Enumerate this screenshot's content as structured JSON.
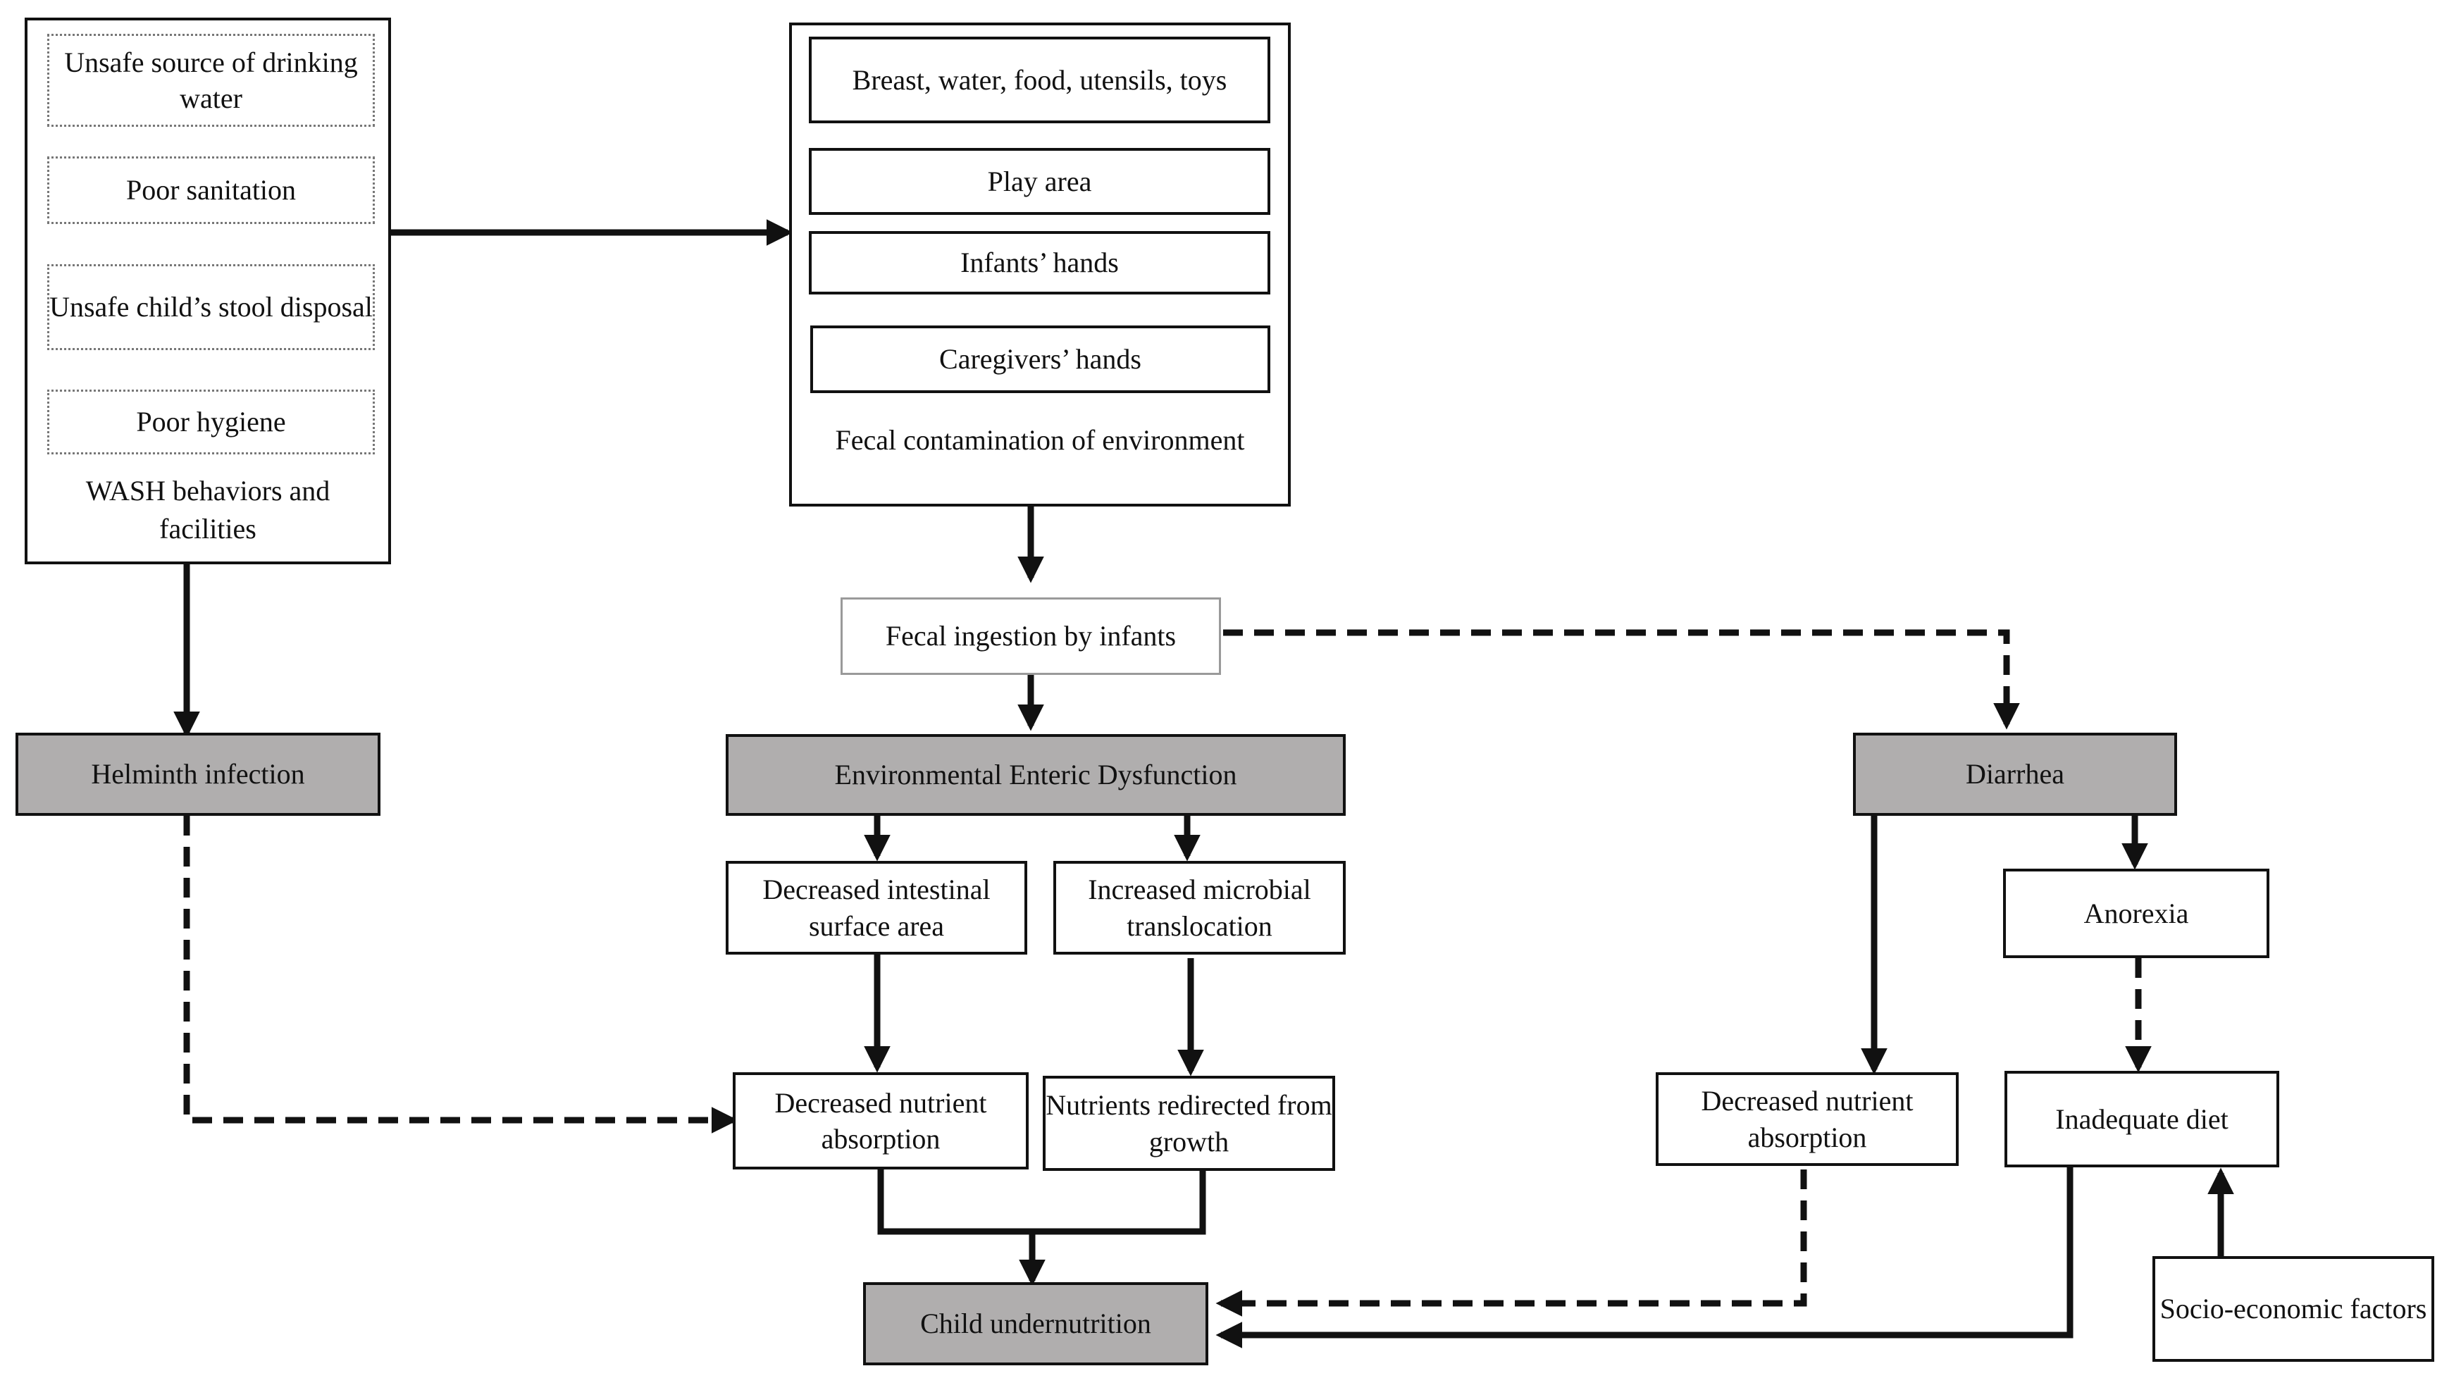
{
  "wash": {
    "items": [
      "Unsafe source of drinking water",
      "Poor sanitation",
      "Unsafe child’s stool disposal",
      "Poor hygiene"
    ],
    "caption": "WASH behaviors and facilities"
  },
  "fecal_env": {
    "items": [
      "Breast, water, food, utensils, toys",
      "Play area",
      "Infants’ hands",
      "Caregivers’ hands"
    ],
    "caption": "Fecal contamination of environment"
  },
  "nodes": {
    "fecal_ingestion": "Fecal ingestion by infants",
    "helminth": "Helminth infection",
    "eed": "Environmental Enteric Dysfunction",
    "diarrhea": "Diarrhea",
    "decreased_surface": "Decreased intestinal surface area",
    "microbial_translocation": "Increased microbial translocation",
    "anorexia": "Anorexia",
    "decreased_absorption_eed": "Decreased nutrient absorption",
    "nutrients_redirected": "Nutrients redirected from growth",
    "decreased_absorption_diarrhea": "Decreased nutrient absorption",
    "inadequate_diet": "Inadequate diet",
    "undernutrition": "Child undernutrition",
    "socioeconomic": "Socio-economic factors"
  }
}
